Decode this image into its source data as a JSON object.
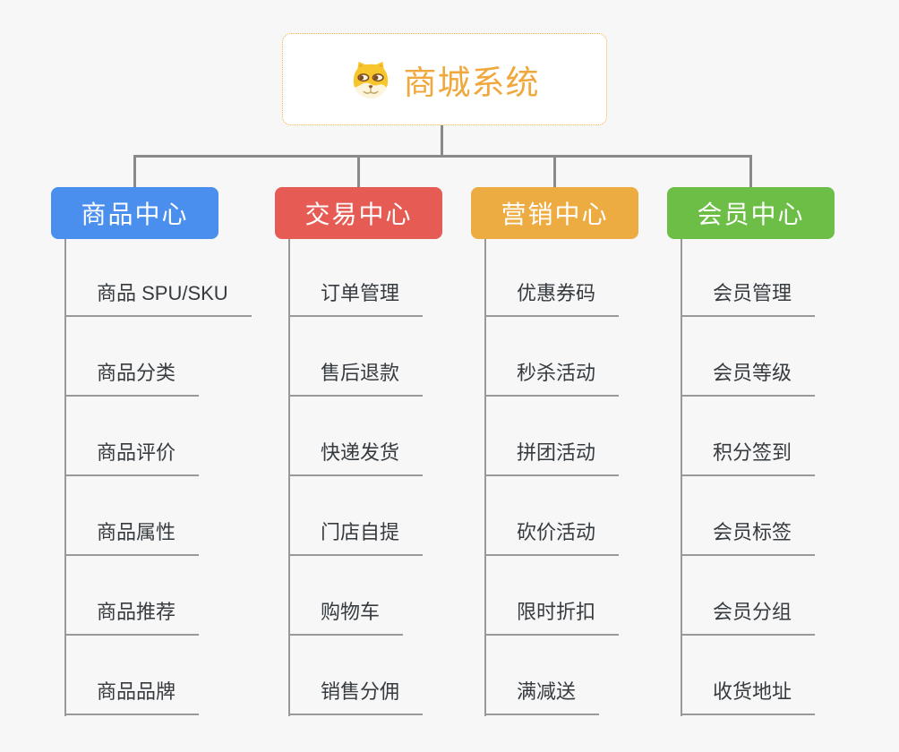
{
  "root": {
    "title": "商城系统",
    "icon": "dog-face-icon",
    "title_color": "#f0a73c",
    "border_color": "#f5ac43"
  },
  "branches": [
    {
      "label": "商品中心",
      "color": "#4a8fee",
      "items": [
        "商品 SPU/SKU",
        "商品分类",
        "商品评价",
        "商品属性",
        "商品推荐",
        "商品品牌"
      ]
    },
    {
      "label": "交易中心",
      "color": "#e65b53",
      "items": [
        "订单管理",
        "售后退款",
        "快递发货",
        "门店自提",
        "购物车",
        "销售分佣"
      ]
    },
    {
      "label": "营销中心",
      "color": "#edac42",
      "items": [
        "优惠券码",
        "秒杀活动",
        "拼团活动",
        "砍价活动",
        "限时折扣",
        "满减送"
      ]
    },
    {
      "label": "会员中心",
      "color": "#6cbe46",
      "items": [
        "会员管理",
        "会员等级",
        "积分签到",
        "会员标签",
        "会员分组",
        "收货地址"
      ]
    }
  ],
  "colors": {
    "background": "#f7f7f7",
    "connector": "#8a8a8a",
    "rail_underline": "#999999",
    "item_text": "#363b40"
  }
}
